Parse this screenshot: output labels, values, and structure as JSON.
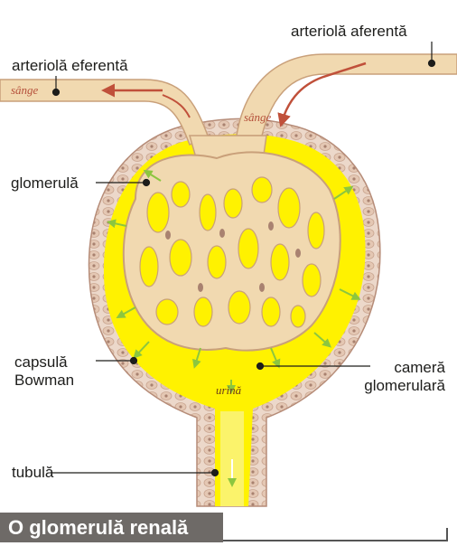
{
  "labels": {
    "efferent": "arteriolă eferentă",
    "afferent": "arteriolă aferentă",
    "blood_left": "sânge",
    "blood_center": "sânge",
    "glomerulus": "glomerulă",
    "capsule_line1": "capsulă",
    "capsule_line2": "Bowman",
    "chamber_line1": "cameră",
    "chamber_line2": "glomerulară",
    "urine": "urină",
    "tubule": "tubulă"
  },
  "caption": "O glomerulă renală",
  "colors": {
    "chamber_yellow": "#fff200",
    "vessel": "#f1d9b0",
    "vessel_edge": "#c9a07a",
    "capsule_wall": "#e8d2c4",
    "arrow_red": "#c0503a",
    "arrow_green": "#8cc63f",
    "caption_bg": "#6e6a67"
  },
  "icons": [
    "flow-arrow-icon",
    "filtration-arrow-icon",
    "pointer-dot-icon"
  ]
}
